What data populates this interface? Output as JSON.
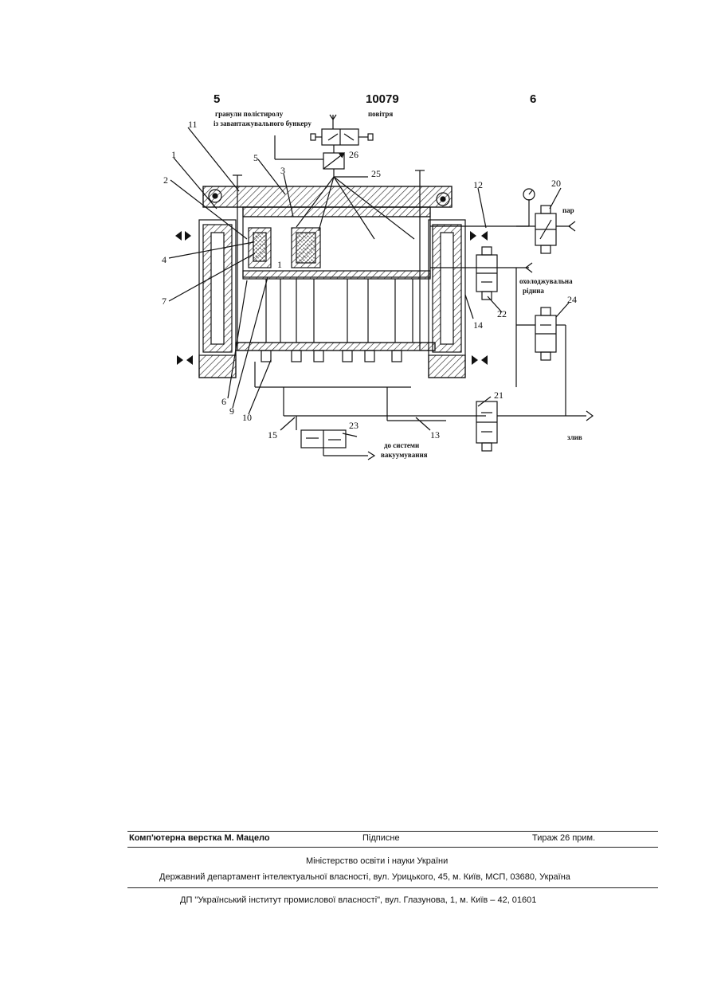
{
  "header": {
    "left_page": "5",
    "patent_number": "10079",
    "right_page": "6"
  },
  "diagram": {
    "top_label_1": "гранули полістиролу",
    "top_label_2": "із завантажувального бункеру",
    "air_label": "повітря",
    "steam_label": "пар",
    "coolant_label_1": "охолоджувальна",
    "coolant_label_2": "рідина",
    "drain_label": "злив",
    "vacuum_label_1": "до системи",
    "vacuum_label_2": "вакуумування",
    "numbers": [
      "1",
      "2",
      "3",
      "4",
      "5",
      "6",
      "7",
      "9",
      "10",
      "11",
      "12",
      "13",
      "14",
      "15",
      "20",
      "21",
      "22",
      "23",
      "24",
      "25",
      "26",
      "1"
    ]
  },
  "footer": {
    "layout_label": "Комп'ютерна верстка М. Мацело",
    "signed_label": "Підписне",
    "print_run": "Тираж 26 прим.",
    "ministry": "Міністерство освіти і науки України",
    "department": "Державний департамент інтелектуальної власності, вул. Урицького, 45, м. Київ, МСП, 03680, Україна",
    "institute": "ДП \"Український інститут промислової власності\", вул. Глазунова, 1, м. Київ – 42, 01601"
  }
}
